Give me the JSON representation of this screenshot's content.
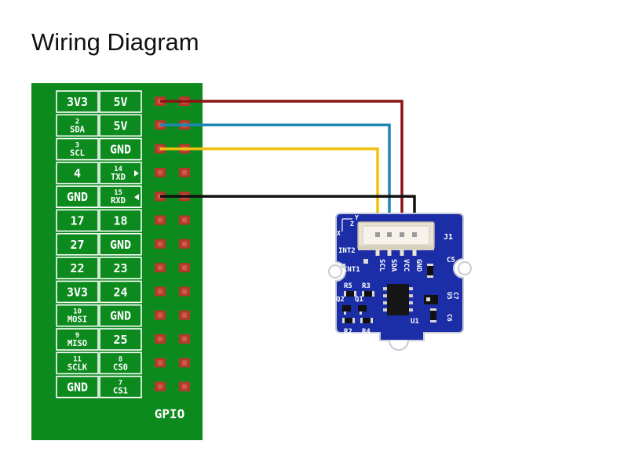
{
  "title": "Wiring Diagram",
  "gpio_label": "GPIO",
  "pins": [
    [
      {
        "top": "",
        "bottom": "3V3"
      },
      {
        "top": "",
        "bottom": "5V"
      }
    ],
    [
      {
        "top": "2",
        "bottom": "SDA"
      },
      {
        "top": "",
        "bottom": "5V"
      }
    ],
    [
      {
        "top": "3",
        "bottom": "SCL"
      },
      {
        "top": "",
        "bottom": "GND"
      }
    ],
    [
      {
        "top": "",
        "bottom": "4"
      },
      {
        "top": "14",
        "bottom": "TXD",
        "arrow": "right"
      }
    ],
    [
      {
        "top": "",
        "bottom": "GND"
      },
      {
        "top": "15",
        "bottom": "RXD",
        "arrow": "left"
      }
    ],
    [
      {
        "top": "",
        "bottom": "17"
      },
      {
        "top": "",
        "bottom": "18"
      }
    ],
    [
      {
        "top": "",
        "bottom": "27"
      },
      {
        "top": "",
        "bottom": "GND"
      }
    ],
    [
      {
        "top": "",
        "bottom": "22"
      },
      {
        "top": "",
        "bottom": "23"
      }
    ],
    [
      {
        "top": "",
        "bottom": "3V3"
      },
      {
        "top": "",
        "bottom": "24"
      }
    ],
    [
      {
        "top": "10",
        "bottom": "MOSI"
      },
      {
        "top": "",
        "bottom": "GND"
      }
    ],
    [
      {
        "top": "9",
        "bottom": "MISO"
      },
      {
        "top": "",
        "bottom": "25"
      }
    ],
    [
      {
        "top": "11",
        "bottom": "SCLK"
      },
      {
        "top": "8",
        "bottom": "CS0"
      }
    ],
    [
      {
        "top": "",
        "bottom": "GND"
      },
      {
        "top": "7",
        "bottom": "CS1"
      }
    ]
  ],
  "wires": [
    {
      "color": "#8b1414",
      "from_row": 0,
      "to": "VCC"
    },
    {
      "color": "#1e86b4",
      "from_row": 1,
      "to": "SDA"
    },
    {
      "color": "#f2c010",
      "from_row": 2,
      "to": "SCL"
    },
    {
      "color": "#111111",
      "from_row": 4,
      "to": "GND"
    }
  ],
  "module": {
    "connector": "J1",
    "pins": [
      "SCL",
      "SDA",
      "VCC",
      "GND"
    ],
    "labels": {
      "int2": "INT2",
      "int1": "INT1",
      "r5": "R5",
      "r3": "R3",
      "q2": "Q2",
      "q1": "Q1",
      "r2": "R2",
      "r4": "R4",
      "u1": "U1",
      "c5": "C5",
      "u5": "U5",
      "c7": "C7",
      "c6": "C6",
      "axis_x": "X",
      "axis_y": "Y",
      "axis_z": "Z"
    }
  }
}
